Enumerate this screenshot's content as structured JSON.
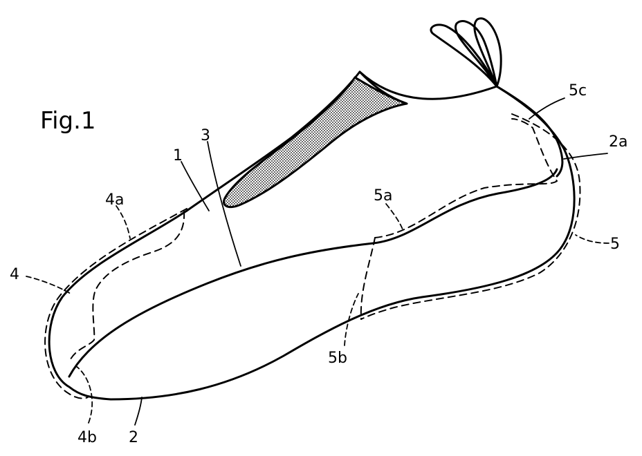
{
  "figure": {
    "title": "Fig.1",
    "labels": {
      "upper": "1",
      "sole": "2",
      "sole_rear": "2a",
      "seam": "3",
      "toe_cap": "4",
      "toe_cap_upper": "4a",
      "toe_cap_lower": "4b",
      "heel_wrap": "5",
      "heel_wrap_top": "5a",
      "heel_wrap_front": "5b",
      "heel_wrap_collar": "5c"
    },
    "colors": {
      "ink": "#000000",
      "background": "#ffffff",
      "shading": "#8c8c8c"
    }
  }
}
